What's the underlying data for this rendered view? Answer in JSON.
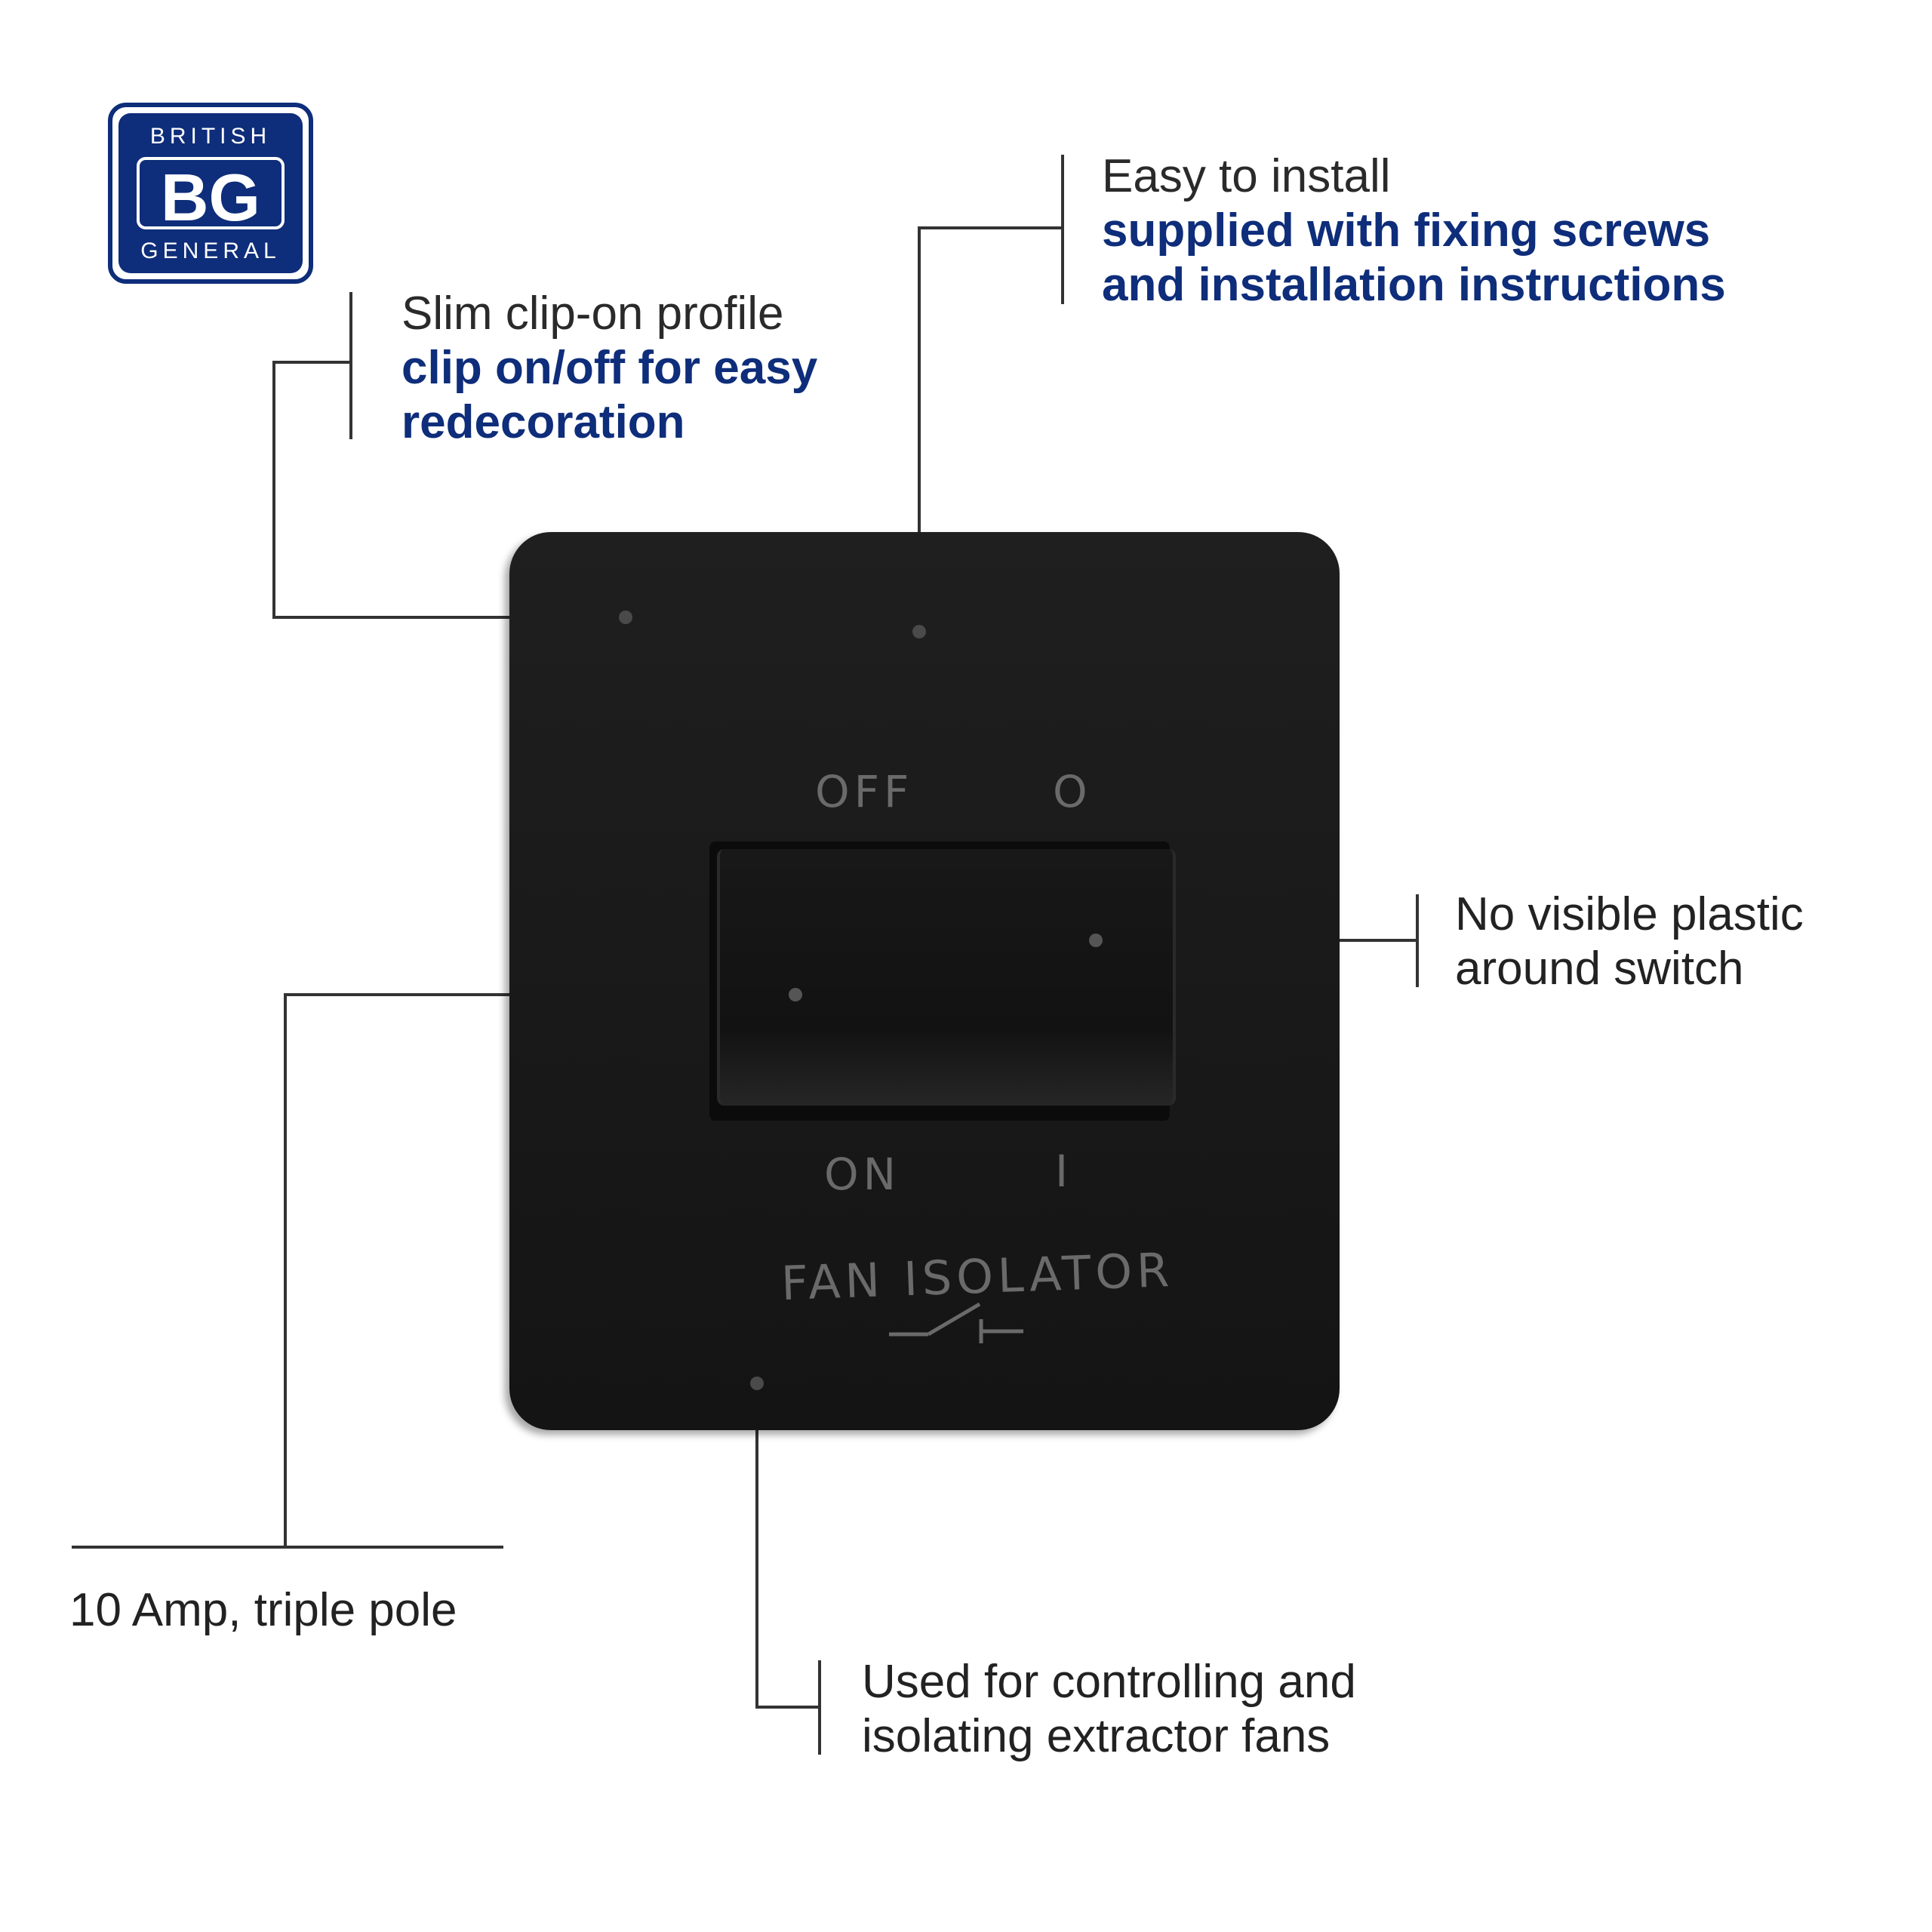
{
  "logo": {
    "top": "BRITISH",
    "middle": "BG",
    "bottom": "GENERAL",
    "color": "#0e2d7a"
  },
  "callouts": {
    "install": {
      "head": "Easy to install",
      "sub_line1": "supplied with fixing screws",
      "sub_line2": "and installation instructions"
    },
    "profile": {
      "head": "Slim clip-on profile",
      "sub_line1": "clip on/off for easy",
      "sub_line2": "redecoration"
    },
    "plastic": {
      "line1": "No visible plastic",
      "line2": "around switch"
    },
    "amp": {
      "text": "10 Amp, triple pole"
    },
    "usage": {
      "line1": "Used for controlling and",
      "line2": "isolating extractor fans"
    }
  },
  "switch": {
    "off_label": "OFF",
    "off_symbol": "O",
    "on_label": "ON",
    "on_symbol": "I",
    "name_label": "FAN ISOLATOR",
    "plate_color": "#1a1a1a",
    "label_color": "#6a6a6a"
  },
  "colors": {
    "accent": "#0e2d7a",
    "text": "#222222",
    "line": "#333333"
  }
}
